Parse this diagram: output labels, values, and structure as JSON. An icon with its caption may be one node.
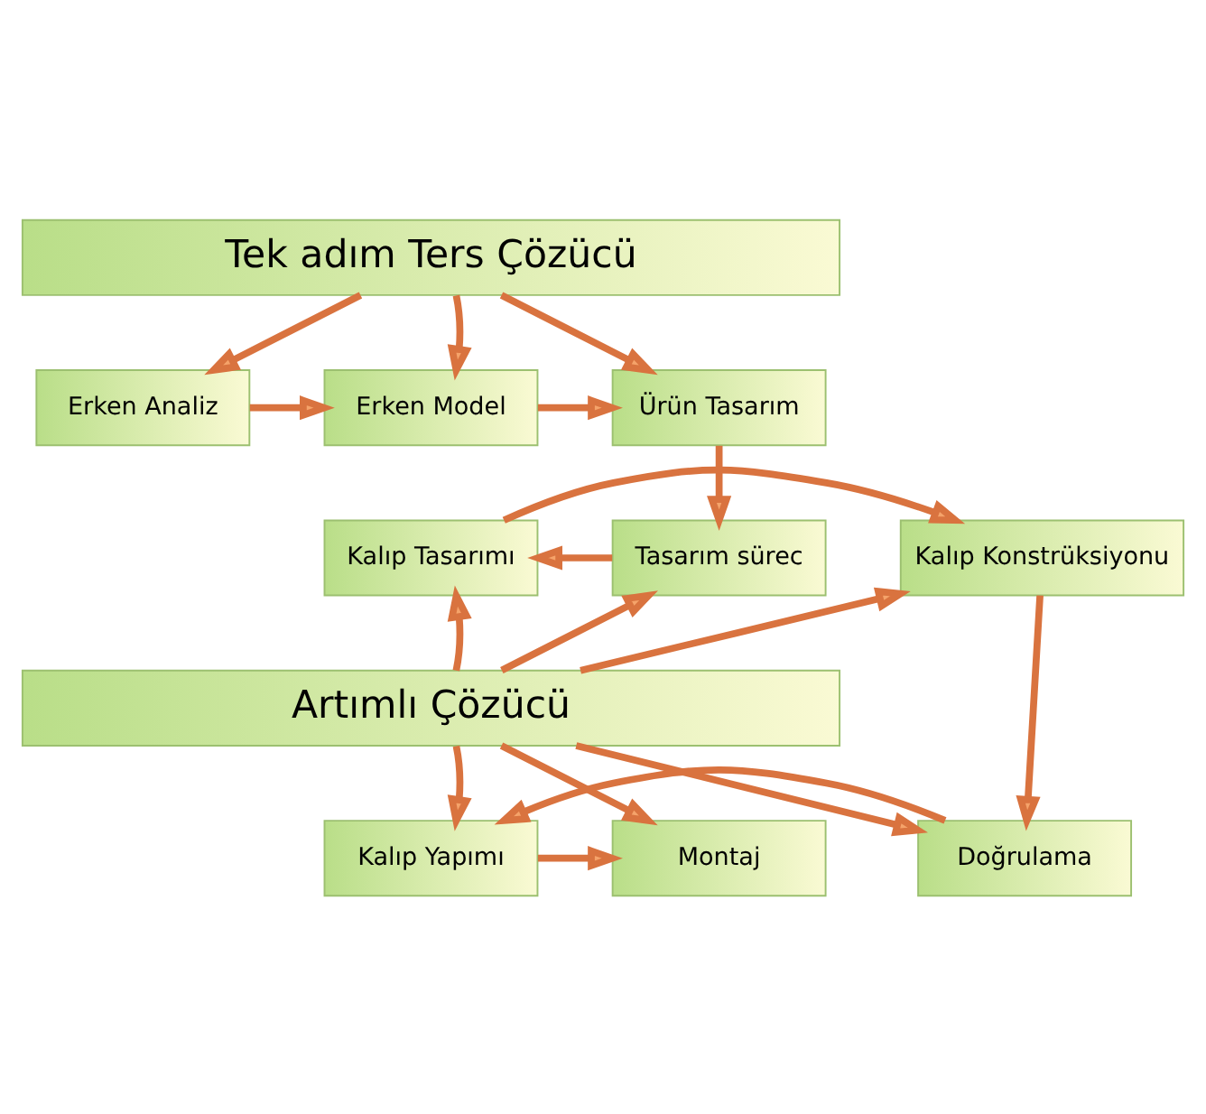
{
  "diagram": {
    "nodes": [
      {
        "text": [
          "Tek adım Ters Çözücü"
        ]
      },
      {
        "text": [
          "Erken Analiz"
        ]
      },
      {
        "text": [
          "Erken Model"
        ]
      },
      {
        "text": [
          "Ürün Tasarım"
        ]
      },
      {
        "text": [
          "Kalıp Konstrüksiyonu"
        ]
      },
      {
        "text": [
          "Kalıp Tasarımı"
        ]
      },
      {
        "text": [
          "Tasarım sürec"
        ]
      },
      {
        "text": [
          "Artımlı Çözücü"
        ]
      },
      {
        "text": [
          "Doğrulama"
        ]
      },
      {
        "text": [
          "Kalıp Yapımı"
        ]
      },
      {
        "text": [
          "Montaj"
        ]
      }
    ],
    "edges": [
      {
        "from": 0,
        "to": 1,
        "arrow": "to"
      },
      {
        "from": 0,
        "to": 2,
        "arrow": "to"
      },
      {
        "from": 0,
        "to": 3,
        "arrow": "to"
      },
      {
        "from": 1,
        "to": 2,
        "arrow": "to"
      },
      {
        "from": 2,
        "to": 3,
        "arrow": "to"
      },
      {
        "from": 3,
        "to": 6,
        "arrow": "to"
      },
      {
        "from": 6,
        "to": 5,
        "arrow": "to"
      },
      {
        "from": 5,
        "to": 4,
        "arrow": "to"
      },
      {
        "from": 7,
        "to": 4,
        "arrow": "to"
      },
      {
        "from": 7,
        "to": 5,
        "arrow": "to"
      },
      {
        "from": 7,
        "to": 6,
        "arrow": "to"
      },
      {
        "from": 4,
        "to": 8,
        "arrow": "to"
      },
      {
        "from": 7,
        "to": 8,
        "arrow": "to"
      },
      {
        "from": 7,
        "to": 9,
        "arrow": "to"
      },
      {
        "from": 7,
        "to": 10,
        "arrow": "to"
      },
      {
        "from": 8,
        "to": 9,
        "arrow": "to"
      },
      {
        "from": 9,
        "to": 10,
        "arrow": "to"
      }
    ]
  }
}
